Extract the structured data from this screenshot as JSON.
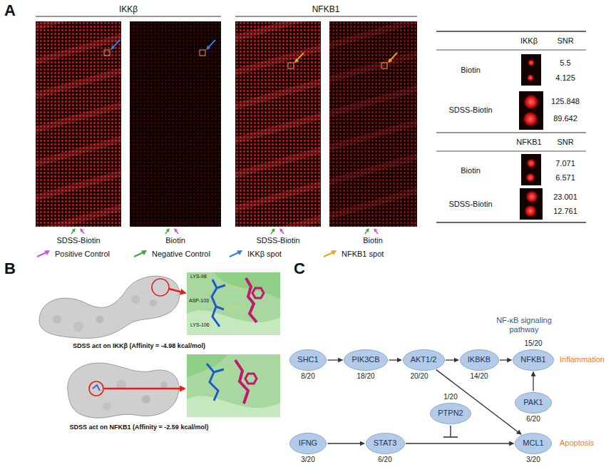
{
  "diagram": {
    "nodes": [
      {
        "text": [
          "SHC1",
          "8/20"
        ]
      },
      {
        "text": [
          "PIK3CB",
          "18/20"
        ]
      },
      {
        "text": [
          "AKT1/2",
          "20/20"
        ]
      },
      {
        "text": [
          "IKBKB",
          "14/20"
        ]
      },
      {
        "text": [
          "NFKB1",
          "15/20"
        ]
      },
      {
        "text": [
          "PAK1",
          "6/20"
        ]
      },
      {
        "text": [
          "PTPN2",
          "1/20"
        ]
      },
      {
        "text": [
          "IFNG",
          "3/20"
        ]
      },
      {
        "text": [
          "STAT3",
          "6/20"
        ]
      },
      {
        "text": [
          "MCL1",
          "3/20"
        ]
      }
    ],
    "edges": [
      {
        "from": 0,
        "to": 1,
        "arrow": "to"
      },
      {
        "from": 1,
        "to": 2,
        "arrow": "to"
      },
      {
        "from": 2,
        "to": 3,
        "arrow": "to"
      },
      {
        "from": 3,
        "to": 4,
        "arrow": "to"
      },
      {
        "from": 5,
        "to": 4,
        "arrow": "to"
      },
      {
        "from": 2,
        "to": 9,
        "arrow": "to"
      },
      {
        "from": 7,
        "to": 8,
        "arrow": "to"
      },
      {
        "from": 8,
        "to": 9,
        "arrow": "to"
      }
    ],
    "labels": [
      "A",
      "IKKβ",
      "NFKB1",
      "SDSS-Biotin",
      "Biotin",
      "SDSS-Biotin",
      "Biotin",
      "IKKβ",
      "SNR",
      "Biotin",
      "5.5",
      "4.125",
      "SDSS-Biotin",
      "125.848",
      "89.642",
      "NFKB1",
      "SNR",
      "Biotin",
      "7.071",
      "6.571",
      "SDSS-Biotin",
      "23.001",
      "12.761",
      "B",
      "LYS-98",
      "ASP-103",
      "LYS-106",
      "SDSS act on IKKβ (Affinity = -4.98 kcal/mol)",
      "SDSS act on NFKB1 (Affinity = -2.59 kcal/mol)",
      "C",
      "NF-κB signaling pathway",
      "Inflammation",
      "Apoptosis"
    ],
    "legend": [
      {
        "text": "Positive Control",
        "color": "#d64fd6"
      },
      {
        "text": "Negative Control",
        "color": "#3ea83e"
      },
      {
        "text": "IKKβ spot",
        "color": "#2f7de0"
      },
      {
        "text": "NFKB1 spot",
        "color": "#f0a020"
      }
    ]
  }
}
